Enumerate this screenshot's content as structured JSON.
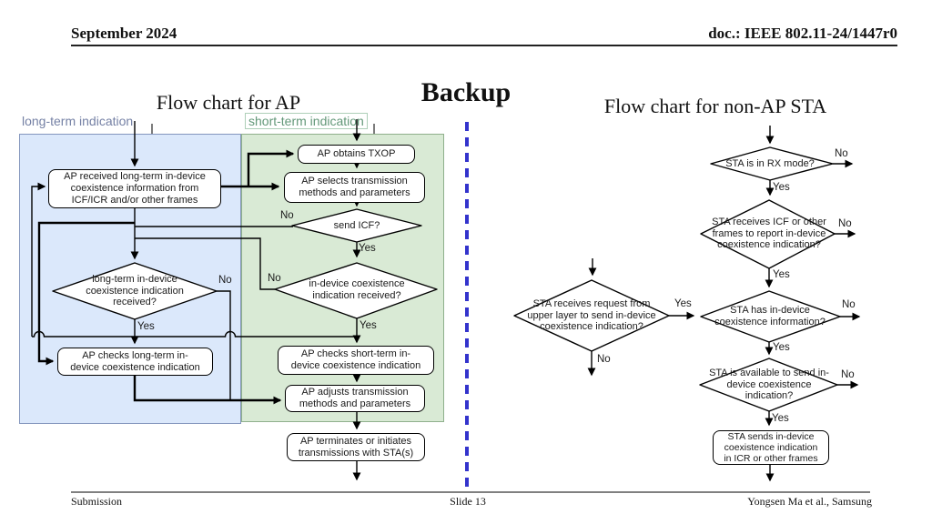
{
  "header": {
    "date": "September 2024",
    "doc_id": "doc.: IEEE 802.11-24/1447r0"
  },
  "titles": {
    "backup": "Backup",
    "ap_chart": "Flow chart for AP",
    "sta_chart": "Flow chart for non-AP STA"
  },
  "ap_chart": {
    "regions": {
      "long_term": {
        "label": "long-term indication",
        "fill": "#dbe8fb",
        "border": "#8496bd",
        "label_color": "#7581a5"
      },
      "short_term": {
        "label": "short-term indication",
        "fill": "#d9ead5",
        "border": "#8fb08c",
        "label_color": "#639879"
      }
    },
    "nodes": {
      "received_long_term": "AP received long-term in-device\ncoexistence information from\nICF/ICR and/or other frames",
      "long_term_received_q": "long-term in-device\ncoexistence indication\nreceived?",
      "checks_long_term": "AP checks long-term in-\ndevice coexistence indication",
      "obtains_txop": "AP obtains TXOP",
      "selects_methods": "AP selects transmission\nmethods and parameters",
      "send_icf_q": "send ICF?",
      "in_device_received_q": "in-device coexistence\nindication received?",
      "checks_short_term": "AP checks short-term in-\ndevice coexistence indication",
      "adjusts_methods": "AP adjusts transmission\nmethods and parameters",
      "terminates": "AP terminates or initiates\ntransmissions with STA(s)"
    }
  },
  "sta_chart": {
    "nodes": {
      "rx_mode_q": "STA is in RX mode?",
      "receives_icf_q": "STA receives ICF or other\nframes to report in-device\ncoexistence indication?",
      "has_info_q": "STA has in-device\ncoexistence information?",
      "available_q": "STA is available to send in-\ndevice coexistence\nindication?",
      "upper_layer_q": "STA receives request from\nupper layer to send in-device\ncoexistence indication?",
      "sends_indication": "STA sends in-device\ncoexistence indication\nin ICR or other frames"
    }
  },
  "labels": {
    "yes": "Yes",
    "no": "No"
  },
  "footer": {
    "submission": "Submission",
    "slide": "Slide 13",
    "authors": "Yongsen Ma et al., Samsung"
  },
  "colors": {
    "divider": "#3333cc",
    "node_border": "#000000",
    "node_fill": "#ffffff",
    "connector": "#000000",
    "footer_rule": "#808080"
  }
}
